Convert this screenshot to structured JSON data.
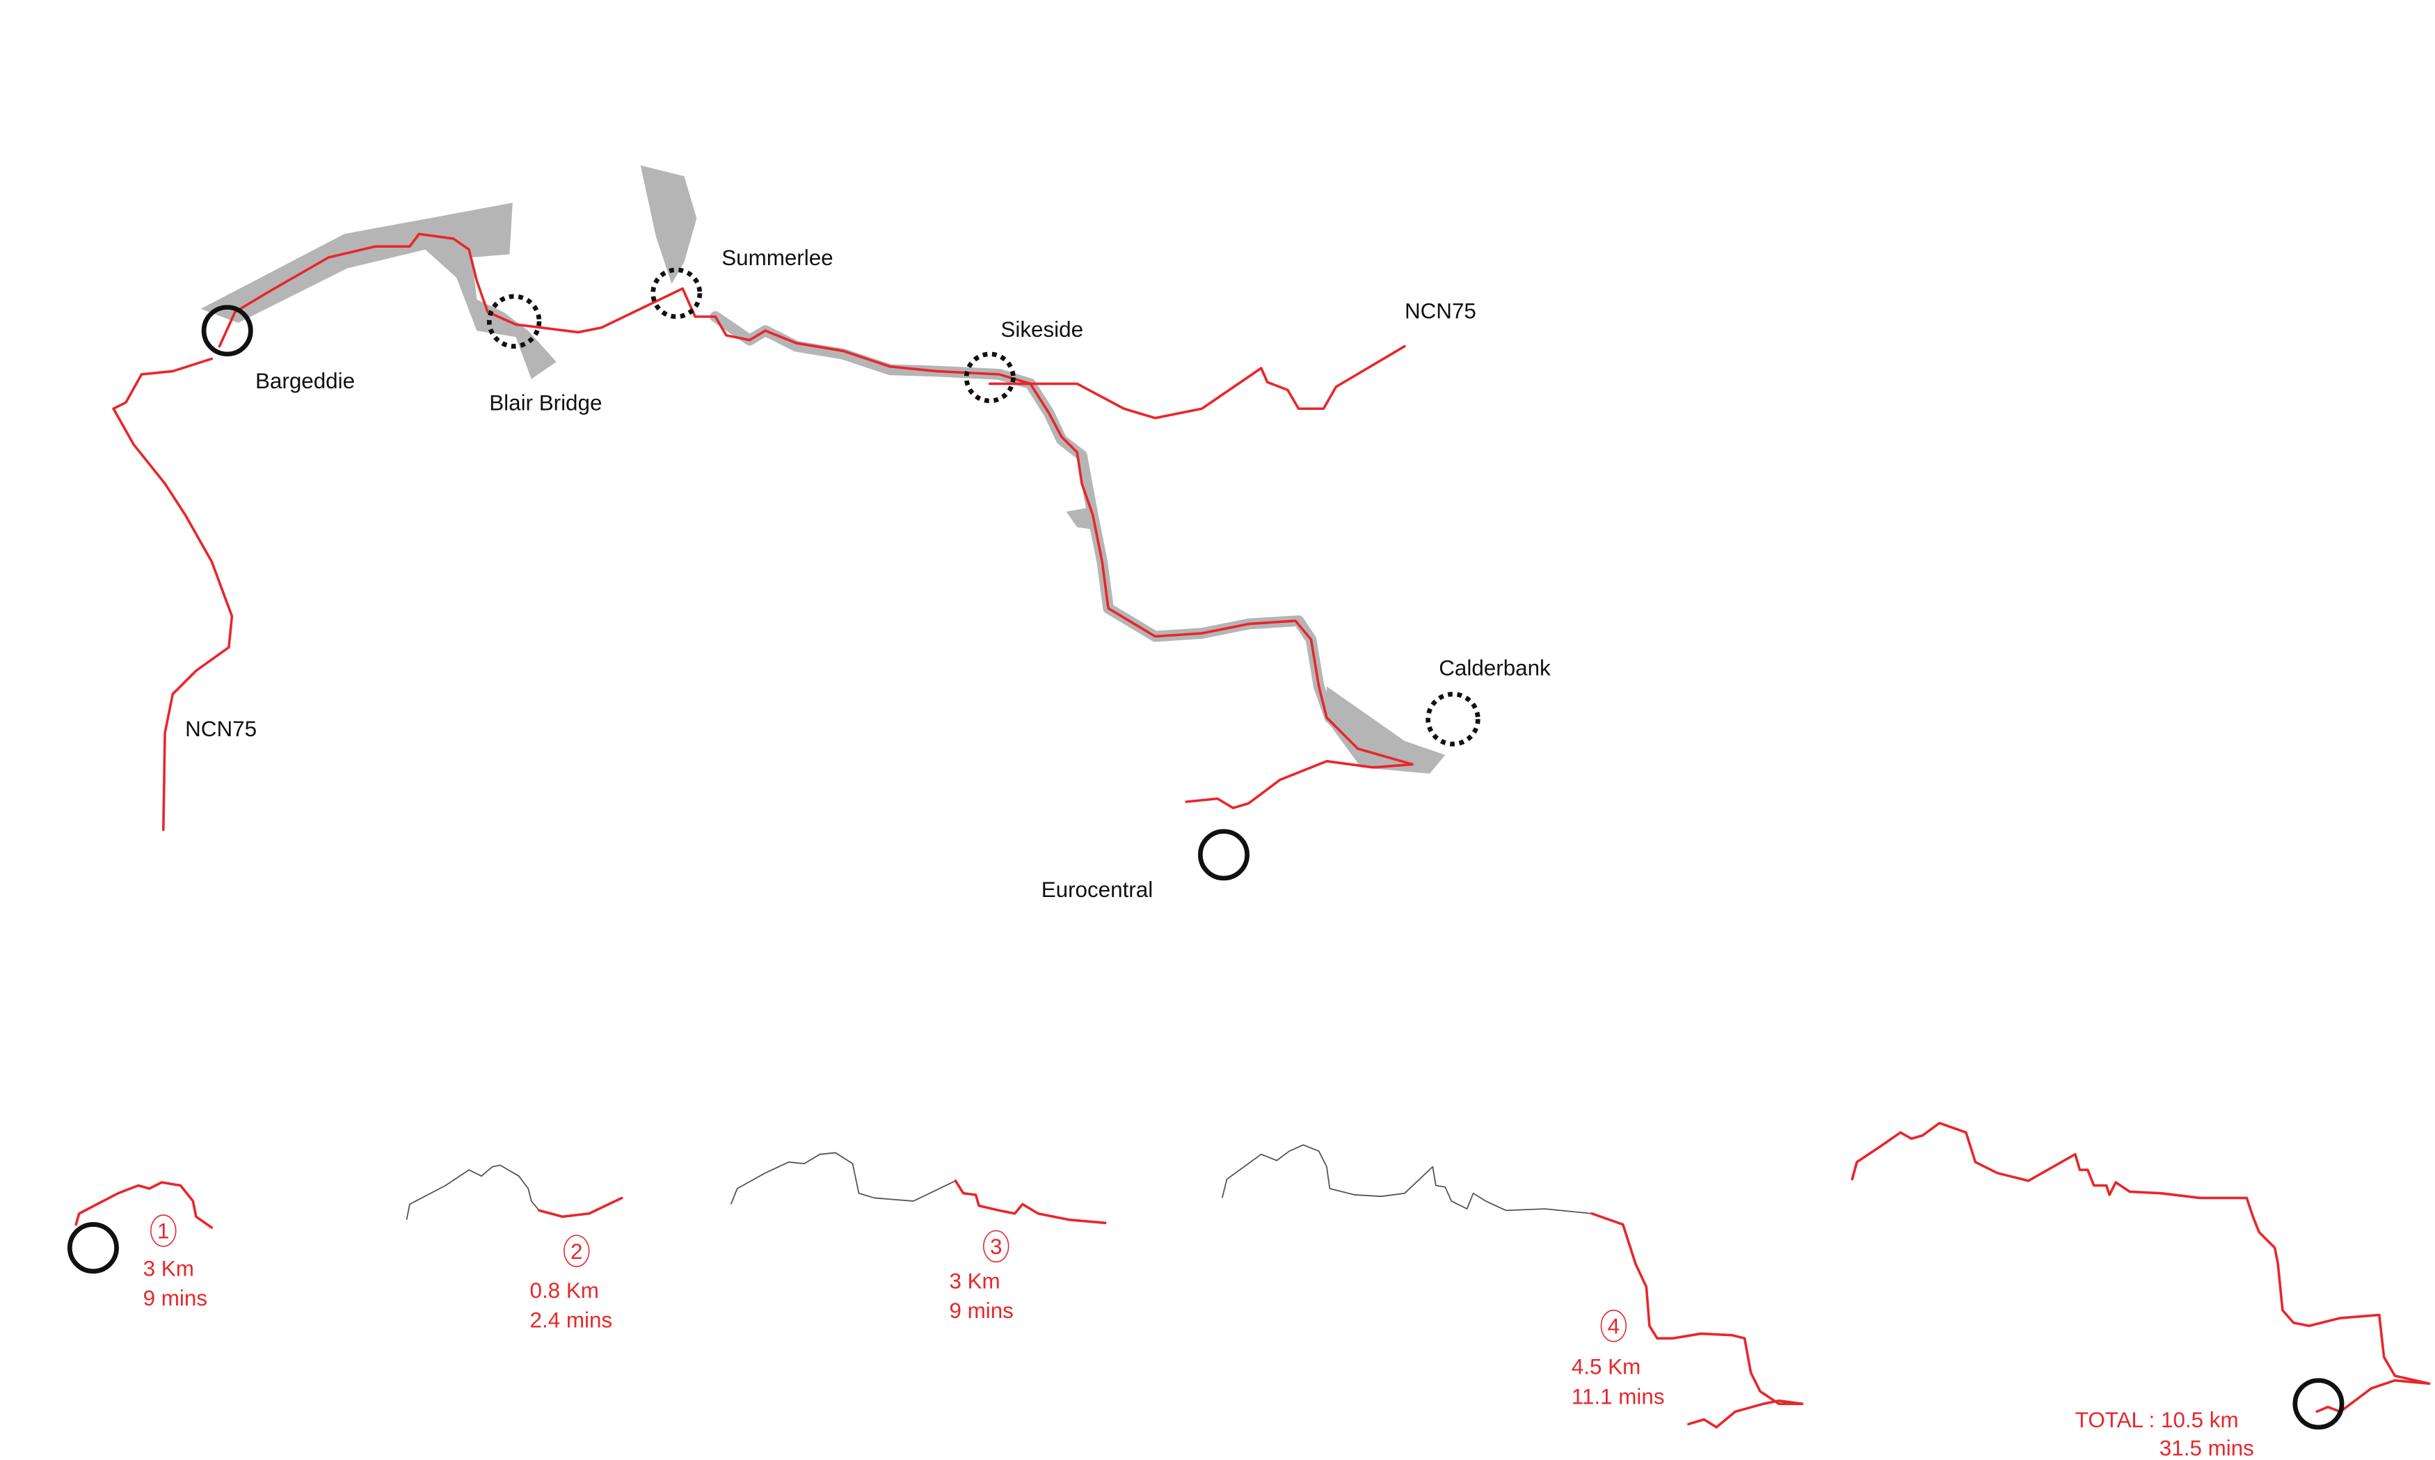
{
  "colors": {
    "route": "#e8262b",
    "canal": "#b5b5b5",
    "marker": "#111111"
  },
  "map": {
    "stops": [
      {
        "name": "Bargeddie",
        "marker": "solid"
      },
      {
        "name": "Blair Bridge",
        "marker": "dotted"
      },
      {
        "name": "Summerlee",
        "marker": "dotted"
      },
      {
        "name": "Sikeside",
        "marker": "dotted"
      },
      {
        "name": "Calderbank",
        "marker": "dotted"
      },
      {
        "name": "Eurocentral",
        "marker": "solid"
      }
    ],
    "route_labels": {
      "east": "NCN75",
      "west": "NCN75"
    }
  },
  "segments": [
    {
      "number": "1",
      "distance": "3 Km",
      "time": "9 mins"
    },
    {
      "number": "2",
      "distance": "0.8 Km",
      "time": "2.4 mins"
    },
    {
      "number": "3",
      "distance": "3 Km",
      "time": "9 mins"
    },
    {
      "number": "4",
      "distance": "4.5 Km",
      "time": "11.1 mins"
    }
  ],
  "total": {
    "distance": "TOTAL : 10.5 km",
    "time": "31.5 mins"
  }
}
